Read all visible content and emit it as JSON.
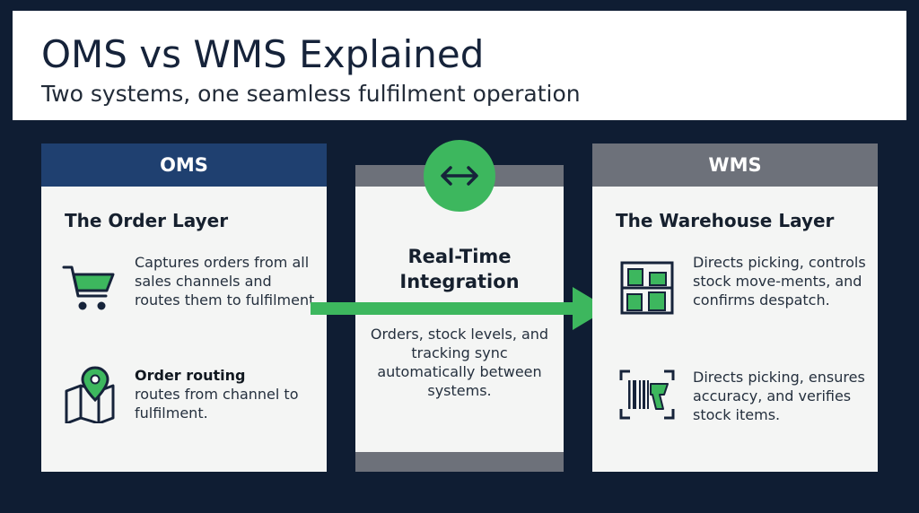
{
  "header": {
    "title": "OMS vs WMS Explained",
    "subtitle": "Two systems, one seamless fulfilment operation"
  },
  "oms": {
    "label": "OMS",
    "layer_title": "The Order Layer",
    "item1": {
      "icon": "shopping-cart-icon",
      "text": "Captures orders from all sales channels and routes them to fulfilment."
    },
    "item2": {
      "icon": "map-pin-icon",
      "heading": "Order routing",
      "text": "routes from channel to fulfilment."
    }
  },
  "integration": {
    "icon": "bidirectional-arrow-icon",
    "title": "Real-Time Integration",
    "text": "Orders, stock levels, and tracking sync automatically between systems."
  },
  "wms": {
    "label": "WMS",
    "layer_title": "The Warehouse Layer",
    "item1": {
      "icon": "warehouse-shelves-icon",
      "text": "Directs picking, controls stock move-ments, and confirms despatch."
    },
    "item2": {
      "icon": "barcode-scanner-icon",
      "text": "Directs picking, ensures accuracy, and verifies stock items."
    }
  },
  "colors": {
    "background": "#0f1d33",
    "oms_header": "#1f4070",
    "wms_header": "#6d717a",
    "accent_green": "#3db75e"
  }
}
